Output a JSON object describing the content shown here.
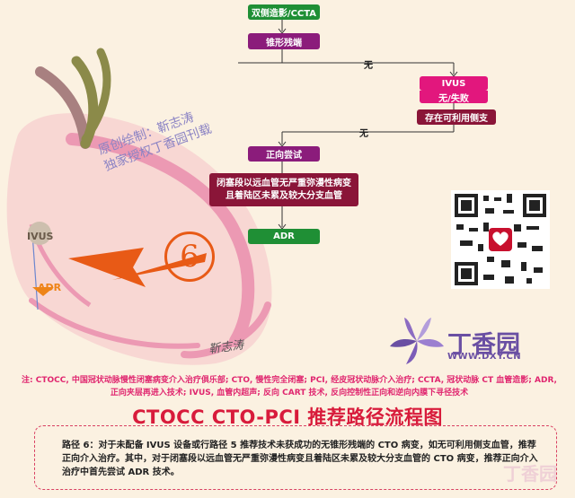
{
  "flow": {
    "n1": "双侧造影/CCTA",
    "n2": "锥形残端",
    "e1": "无",
    "n3": "IVUS",
    "n4": "无/失败",
    "n5": "存在可利用侧支",
    "e2": "无",
    "n6": "正向尝试",
    "n7": "闭塞段以远血管无严重弥漫性病变且着陆区未累及较大分支血管",
    "n8": "ADR"
  },
  "illustration": {
    "credit_line1": "原创绘制：靳志涛",
    "credit_line2": "独家授权丁香园刊载",
    "ivus_badge": "IVUS",
    "adr_badge": "ADR",
    "path_number": "6",
    "signature": "靳志涛"
  },
  "brand": {
    "name": "丁香园",
    "url": "WWW.DXY.CN",
    "watermark": "丁香园"
  },
  "notes": "注: CTOCC, 中国冠状动脉慢性闭塞病变介入治疗俱乐部; CTO, 慢性完全闭塞; PCI, 经皮冠状动脉介入治疗; CCTA, 冠状动脉 CT 血管造影; ADR, 正向夹层再进入技术; IVUS, 血管内超声; 反向 CART 技术, 反向控制性正向和逆向内膜下寻径技术",
  "title": "CTOCC CTO-PCI 推荐路径流程图",
  "description": "路径 6：对于未配备 IVUS 设备或行路径 5 推荐技术未获成功的无锥形残端的 CTO 病变，如无可利用侧支血管，推荐正向介入治疗。其中，对于闭塞段以远血管无严重弥漫性病变且着陆区未累及较大分支血管的 CTO 病变，推荐正向介入治疗中首先尝试 ADR 技术。",
  "colors": {
    "green": "#1f8f35",
    "purple": "#8b1c7b",
    "pink": "#e2177d",
    "maroon": "#8a1538",
    "title_red": "#d81b3b",
    "arrow_orange": "#e85a16"
  }
}
